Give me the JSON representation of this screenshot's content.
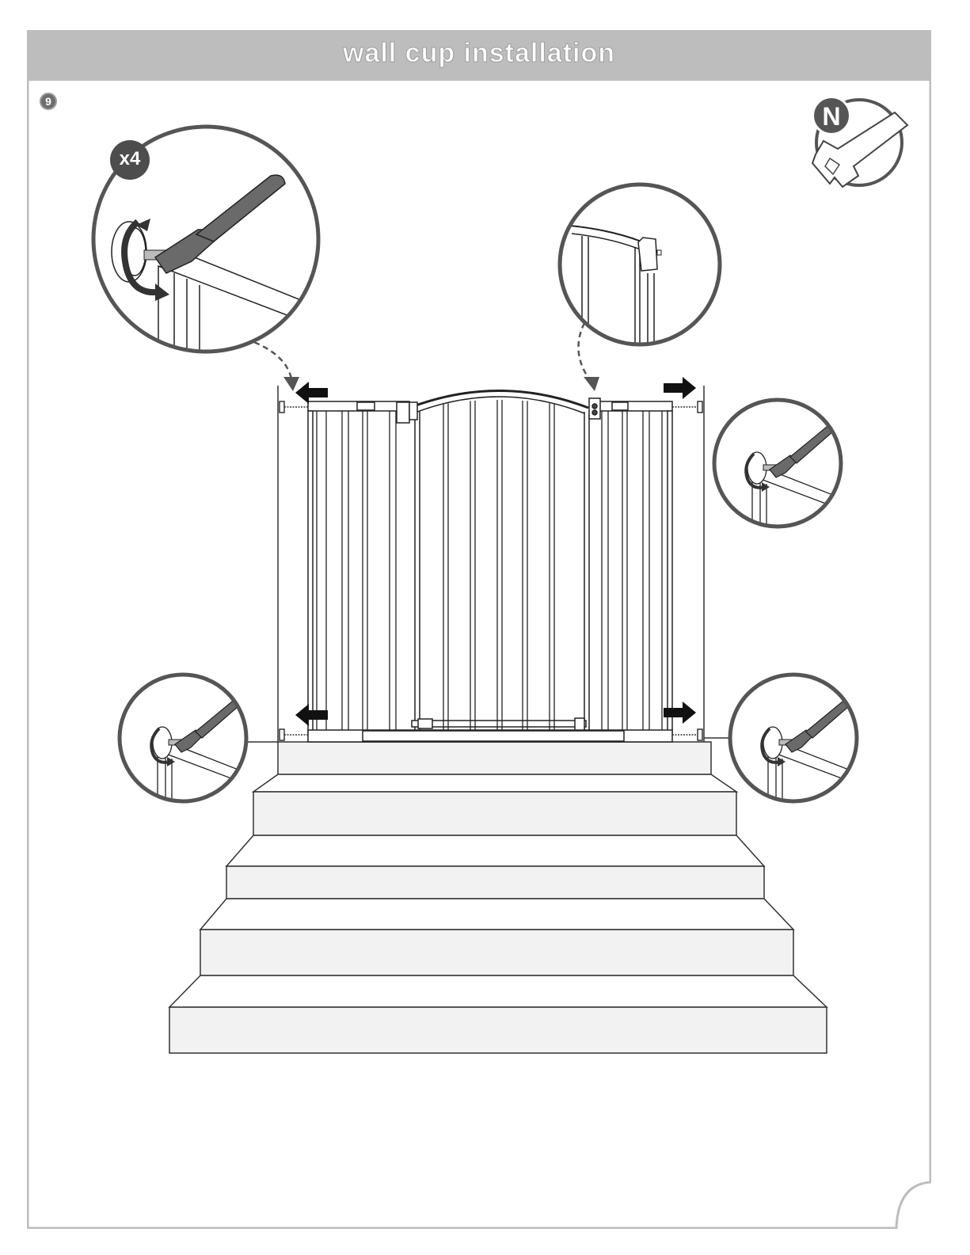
{
  "header": {
    "title": "wall cup installation"
  },
  "step": {
    "number": "9"
  },
  "callouts": {
    "quantity": "x4",
    "tool_letter": "N"
  },
  "icons": {
    "wrench": "wrench-icon",
    "rotate": "rotate-arrow-icon",
    "direction": "direction-arrow-icon",
    "pointer": "dashed-pointer-arrow-icon"
  },
  "colors": {
    "header_bg": "#bdbdbd",
    "frame": "#bdbdbd",
    "detail_circle": "#555555",
    "tool_fill": "#6a6a6a",
    "step_fill": "#f2f2f2"
  }
}
